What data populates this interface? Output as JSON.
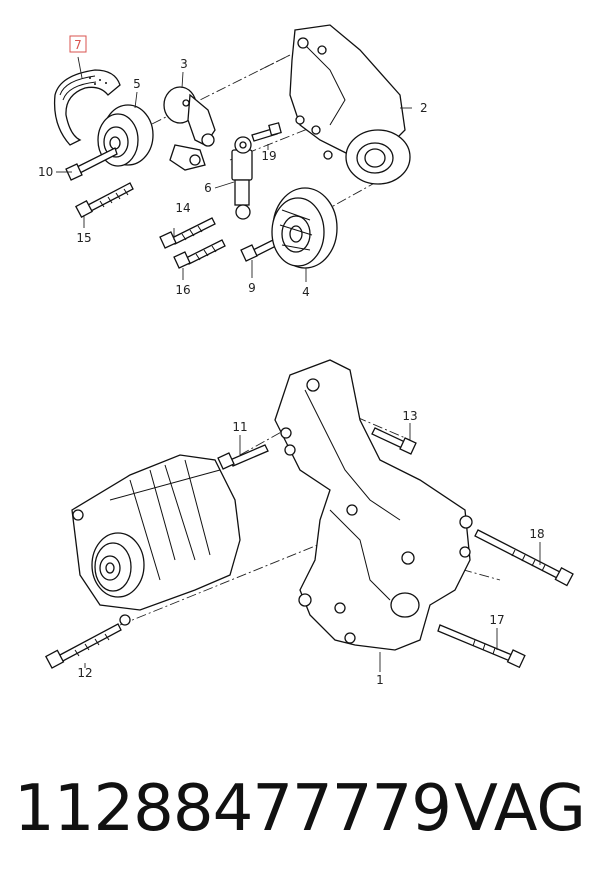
{
  "callouts": {
    "c1": "1",
    "c2": "2",
    "c3": "3",
    "c4": "4",
    "c5": "5",
    "c6": "6",
    "c7": "7",
    "c9": "9",
    "c10": "10",
    "c11": "11",
    "c12": "12",
    "c13": "13",
    "c14": "14",
    "c15": "15",
    "c16": "16",
    "c17": "17",
    "c18": "18",
    "c19": "19"
  },
  "colors": {
    "highlight": "#d9534f",
    "line": "#111111"
  },
  "footer": {
    "part_number": "11288477779",
    "brand": "VAG"
  }
}
